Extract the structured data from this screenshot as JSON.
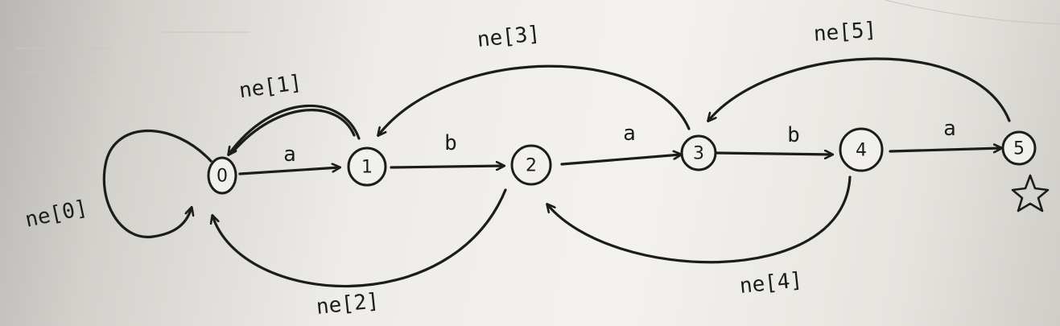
{
  "nodes": [
    {
      "id": "0",
      "label": "0"
    },
    {
      "id": "1",
      "label": "1"
    },
    {
      "id": "2",
      "label": "2"
    },
    {
      "id": "3",
      "label": "3"
    },
    {
      "id": "4",
      "label": "4"
    },
    {
      "id": "5",
      "label": "5"
    }
  ],
  "transitions": [
    {
      "from": "0",
      "to": "1",
      "label": "a"
    },
    {
      "from": "1",
      "to": "2",
      "label": "b"
    },
    {
      "from": "2",
      "to": "3",
      "label": "a"
    },
    {
      "from": "3",
      "to": "4",
      "label": "b"
    },
    {
      "from": "4",
      "to": "5",
      "label": "a"
    }
  ],
  "failure_links": [
    {
      "from": "0",
      "to": "0",
      "label": "ne[0]"
    },
    {
      "from": "1",
      "to": "0",
      "label": "ne[1]"
    },
    {
      "from": "2",
      "to": "0",
      "label": "ne[2]"
    },
    {
      "from": "3",
      "to": "1",
      "label": "ne[3]"
    },
    {
      "from": "4",
      "to": "2",
      "label": "ne[4]"
    },
    {
      "from": "5",
      "to": "3",
      "label": "ne[5]"
    }
  ],
  "accept_marker": {
    "node": "5",
    "icon": "star-icon"
  },
  "colors": {
    "ink": "#1c1c1c",
    "paper": "#f2f0ec"
  }
}
